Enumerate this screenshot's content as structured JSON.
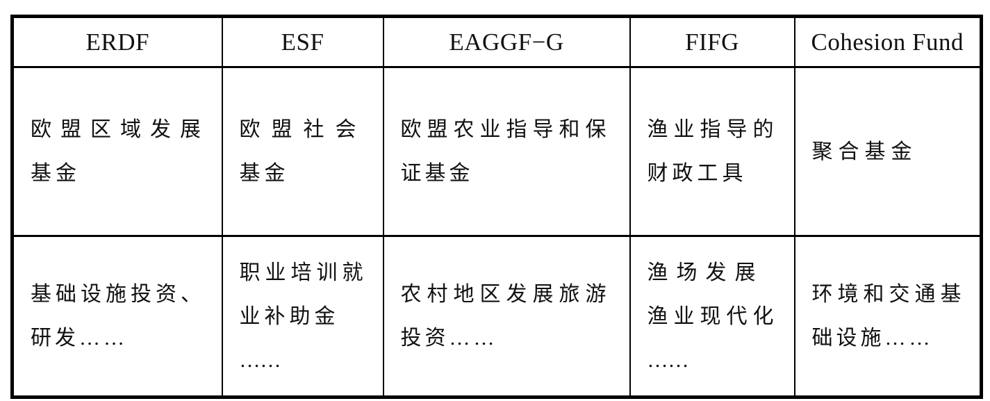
{
  "colors": {
    "border": "#000000",
    "text": "#111111",
    "background": "#ffffff"
  },
  "table": {
    "headers": [
      "ERDF",
      "ESF",
      "EAGGF−G",
      "FIFG",
      "Cohesion Fund"
    ],
    "funds": [
      {
        "code": "ERDF",
        "name": "欧盟区域发展基金",
        "name_lines": [
          "欧盟区域发展",
          "基金"
        ],
        "desc": "基础设施投资、研发……",
        "desc_lines": [
          "基础设施投资、",
          "研发……"
        ]
      },
      {
        "code": "ESF",
        "name": "欧盟社会基金",
        "name_lines": [
          "欧盟社会",
          "基金"
        ],
        "desc": "职业培训就业补助金……",
        "desc_lines": [
          "职业培训就",
          "业补助金",
          "……"
        ]
      },
      {
        "code": "EAGGF−G",
        "name": "欧盟农业指导和保证基金",
        "name_lines": [
          "欧盟农业指导和保",
          "证基金"
        ],
        "desc": "农村地区发展旅游投资……",
        "desc_lines": [
          "农村地区发展旅游",
          "投资……"
        ]
      },
      {
        "code": "FIFG",
        "name": "渔业指导的财政工具",
        "name_lines": [
          "渔业指导的",
          "财政工具"
        ],
        "desc": "渔场发展渔业现代化……",
        "desc_lines": [
          "渔场发展",
          "渔业现代化",
          "……"
        ]
      },
      {
        "code": "Cohesion Fund",
        "name": "聚合基金",
        "name_lines": [
          "聚合基金"
        ],
        "desc": "环境和交通基础设施……",
        "desc_lines": [
          "环境和交通基",
          "础设施……"
        ]
      }
    ]
  }
}
